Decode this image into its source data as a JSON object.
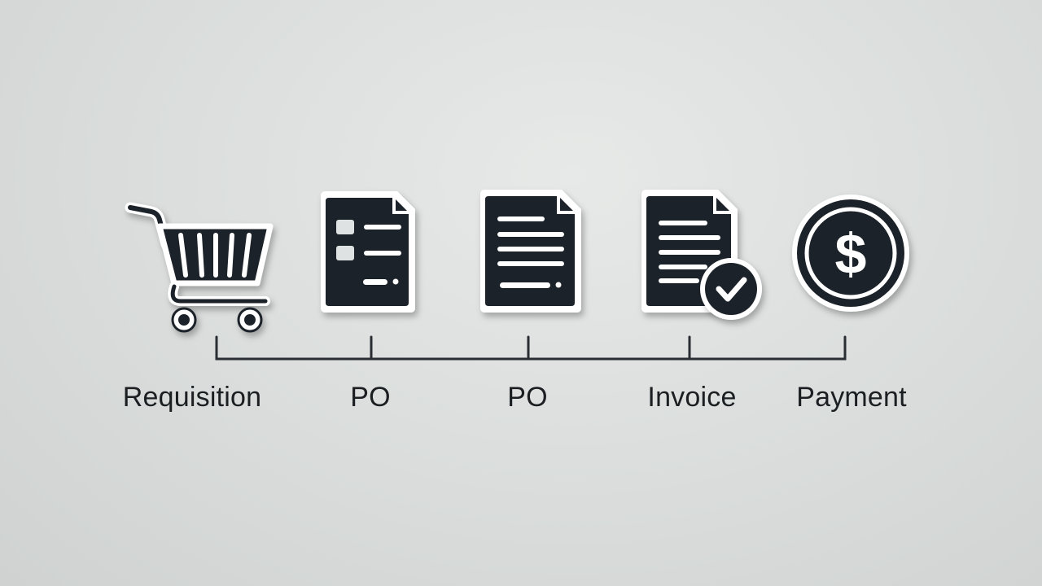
{
  "diagram": {
    "stages": [
      {
        "id": "requisition",
        "label": "Requisition",
        "icon": "shopping-cart-icon"
      },
      {
        "id": "po-1",
        "label": "PO",
        "icon": "purchase-order-document-icon"
      },
      {
        "id": "po-2",
        "label": "PO",
        "icon": "text-document-icon"
      },
      {
        "id": "invoice",
        "label": "Invoice",
        "icon": "approved-invoice-icon"
      },
      {
        "id": "payment",
        "label": "Payment",
        "icon": "dollar-coin-icon"
      }
    ]
  },
  "colors": {
    "icon_fill": "#1f242a",
    "icon_outline": "#ffffff",
    "connector": "#2a2e33",
    "label_text": "#1c1f22"
  }
}
